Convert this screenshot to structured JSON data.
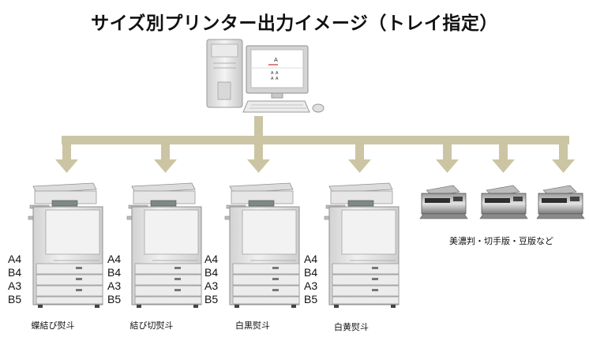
{
  "title": "サイズ別プリンター出力イメージ（トレイ指定）",
  "colors": {
    "connector": "#cbc5a4",
    "copier_body": "#e4e4e4",
    "panel": "#7c8a84",
    "printer_body": "#cfcfcf"
  },
  "computer": {
    "icon": "desktop-computer-icon",
    "screen": {
      "top_mark": "A",
      "bottom_marks": [
        "A",
        "A",
        "A",
        "A"
      ]
    }
  },
  "copiers": [
    {
      "icon": "multifunction-copier-icon",
      "trays": [
        "A4",
        "B4",
        "A3",
        "B5"
      ],
      "caption": "蝶結び熨斗"
    },
    {
      "icon": "multifunction-copier-icon",
      "trays": [
        "A4",
        "B4",
        "A3",
        "B5"
      ],
      "caption": "結び切熨斗"
    },
    {
      "icon": "multifunction-copier-icon",
      "trays": [
        "A4",
        "B4",
        "A3",
        "B5"
      ],
      "caption": "白黒熨斗"
    },
    {
      "icon": "multifunction-copier-icon",
      "trays": [
        "A4",
        "B4",
        "A3",
        "B5"
      ],
      "caption": "白黄熨斗"
    }
  ],
  "printers": {
    "icons": [
      "inkjet-printer-icon",
      "inkjet-printer-icon",
      "inkjet-printer-icon"
    ],
    "caption": "美濃判・切手版・豆版など"
  }
}
